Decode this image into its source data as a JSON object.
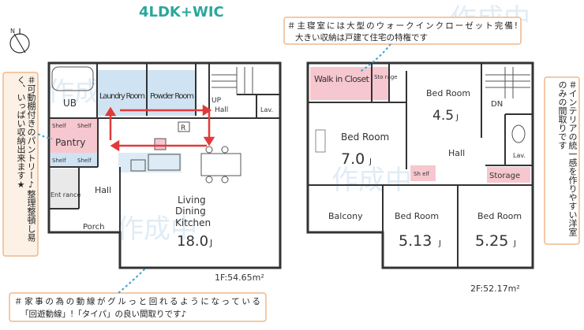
{
  "title": "4LDK+WIC",
  "colors": {
    "title_green": "#2aa79b",
    "wall": "#333333",
    "pink_room": "#f6c7cf",
    "blue_room": "#cfe3f3",
    "arrow_red": "#e23a3a",
    "callout_blue": "#3ea4d4",
    "callout_bg": "#fdf1e6",
    "callout_border": "#f0b78a",
    "watermark": "#ccdff0"
  },
  "icons": [
    "compass-icon",
    "floor-plan-icon"
  ],
  "floor1": {
    "rooms": {
      "ub": "UB",
      "laundry": "Laundry Room",
      "powder": "Powder Room",
      "up": "UP",
      "hall_upper": "Hall",
      "lav1": "Lav.",
      "pantry": "Pantry",
      "shelf1": "Shelf",
      "shelf2": "Shelf",
      "shelf3": "Shelf",
      "shelf4": "Shelf",
      "entrance": "Ent rance",
      "hall": "Hall",
      "porch": "Porch",
      "ldk": [
        "Living",
        "Dining",
        "Kitchen"
      ],
      "ldk_size": "18.0",
      "ldk_unit": "J"
    },
    "area": "1F:54.65m²"
  },
  "floor2": {
    "rooms": {
      "wic": "Walk in Closet",
      "storage_small": "Sto rage",
      "bed_a": "Bed Room",
      "bed_a_size": "4.5",
      "dn": "DN",
      "master": "Bed Room",
      "master_size": "7.0",
      "hall": "Hall",
      "lav": "Lav.",
      "storage": "Storage",
      "shelf": "Sh elf",
      "balcony": "Balcony",
      "bed_b": "Bed Room",
      "bed_b_size": "5.13",
      "bed_c": "Bed Room",
      "bed_c_size": "5.25",
      "unit": "J"
    },
    "area": "2F:52.17m²"
  },
  "callouts": {
    "pantry": "＃可動棚付きのパントリー♪整理整頓し易く、いっぱい収納出来ます★",
    "wic_line1": "＃主寝室には大型のウォークインクローゼット完備!",
    "wic_line2": "大きい収納は戸建て住宅の特権です",
    "interior": "＃インテリアの統一感を作りやすい洋室のみの間取りです",
    "flow_line1": "＃家事の為の動線がグルっと回れるようになっている",
    "flow_line2": "「回遊動線」!「タイパ」の良い間取りです♪"
  },
  "watermark": "作成中"
}
